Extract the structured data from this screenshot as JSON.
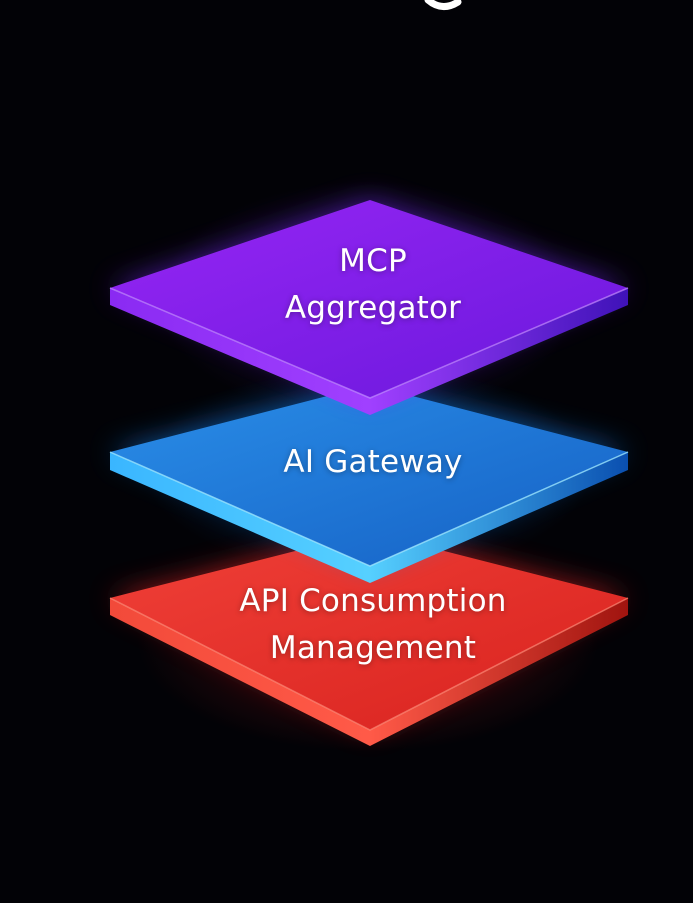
{
  "layers": [
    {
      "id": "mcp",
      "lines": [
        "MCP",
        "Aggregator"
      ],
      "color_top": "#8a22f0",
      "color_side": "#5a12c8",
      "glow": "#7a3cff"
    },
    {
      "id": "gateway",
      "lines": [
        "AI Gateway"
      ],
      "color_top": "#1e8ae8",
      "color_side": "#1a9cf0",
      "glow": "#2a9cff"
    },
    {
      "id": "api",
      "lines": [
        "API Consumption",
        "Management"
      ],
      "color_top": "#e32a26",
      "color_side": "#c81a16",
      "glow": "#ff3030"
    }
  ],
  "background": "#020206"
}
